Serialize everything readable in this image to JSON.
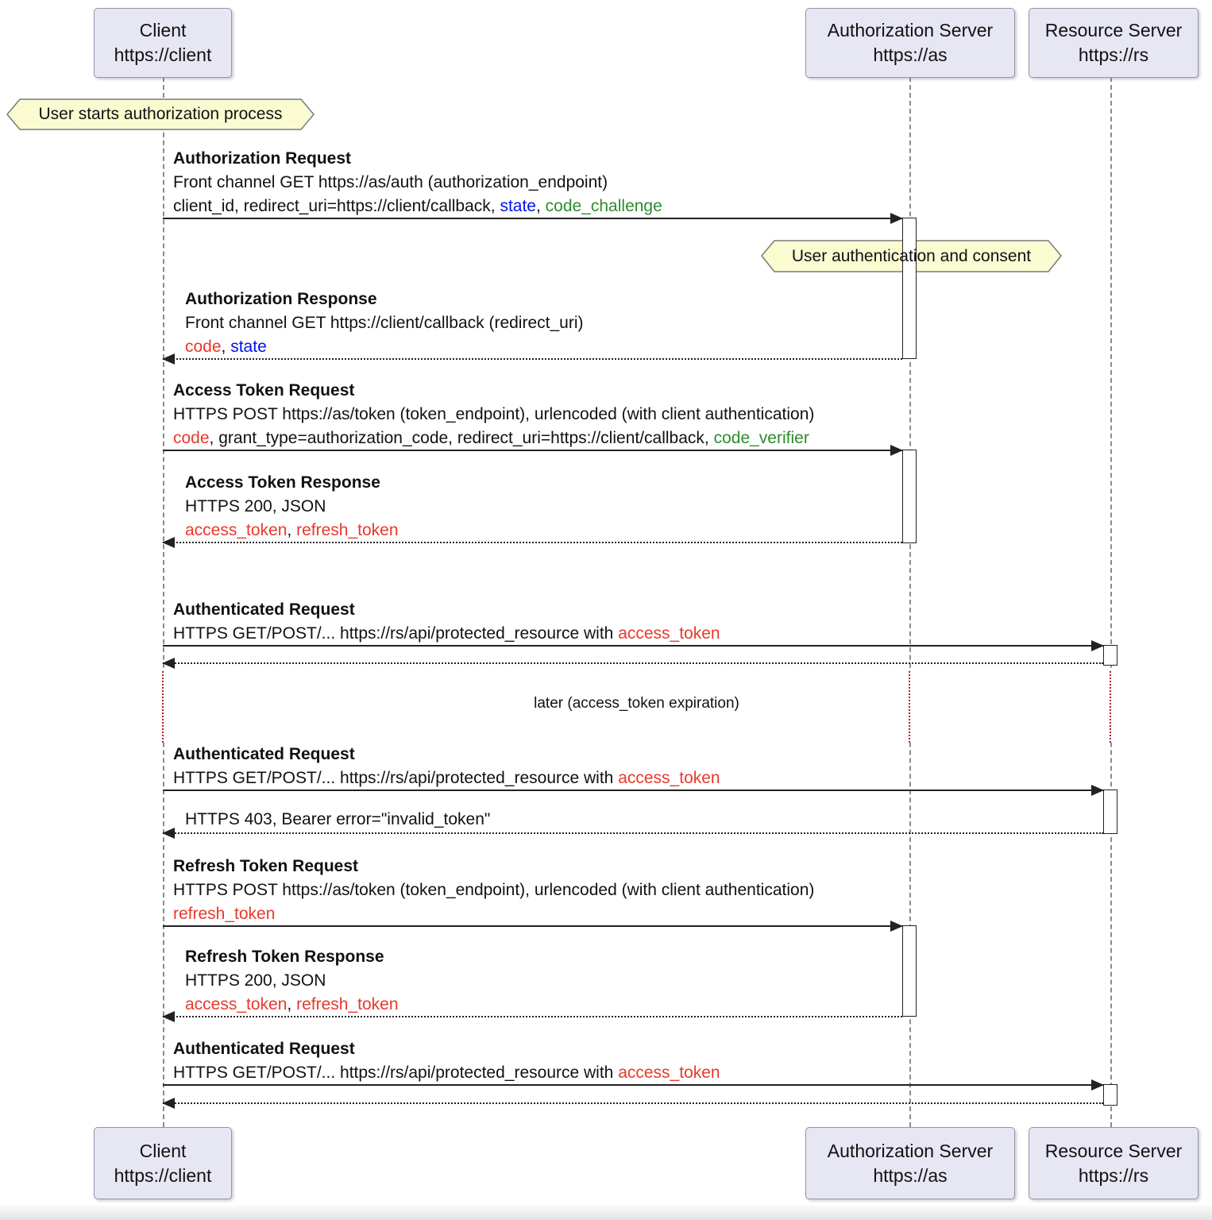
{
  "participants": [
    {
      "name": "Client",
      "url": "https://client"
    },
    {
      "name": "Authorization Server",
      "url": "https://as"
    },
    {
      "name": "Resource Server",
      "url": "https://rs"
    }
  ],
  "notes": [
    {
      "text": "User starts authorization process"
    },
    {
      "text": "User authentication and consent"
    }
  ],
  "divider": {
    "text": "later (access_token expiration)"
  },
  "messages": [
    {
      "title": "Authorization Request",
      "lines": [
        [
          {
            "t": "Front channel GET https://as/auth (authorization_endpoint)",
            "c": "k"
          }
        ],
        [
          {
            "t": "client_id, redirect_uri=https://client/callback, ",
            "c": "k"
          },
          {
            "t": "state",
            "c": "b"
          },
          {
            "t": ", ",
            "c": "k"
          },
          {
            "t": "code_challenge",
            "c": "g"
          }
        ]
      ]
    },
    {
      "title": "Authorization Response",
      "lines": [
        [
          {
            "t": "Front channel GET https://client/callback (redirect_uri)",
            "c": "k"
          }
        ],
        [
          {
            "t": "code",
            "c": "r"
          },
          {
            "t": ", ",
            "c": "k"
          },
          {
            "t": "state",
            "c": "b"
          }
        ]
      ]
    },
    {
      "title": "Access Token Request",
      "lines": [
        [
          {
            "t": "HTTPS POST https://as/token (token_endpoint), urlencoded (with client authentication)",
            "c": "k"
          }
        ],
        [
          {
            "t": "code",
            "c": "r"
          },
          {
            "t": ", grant_type=authorization_code, redirect_uri=https://client/callback, ",
            "c": "k"
          },
          {
            "t": "code_verifier",
            "c": "g"
          }
        ]
      ]
    },
    {
      "title": "Access Token Response",
      "lines": [
        [
          {
            "t": "HTTPS 200, JSON",
            "c": "k"
          }
        ],
        [
          {
            "t": "access_token",
            "c": "r"
          },
          {
            "t": ", ",
            "c": "k"
          },
          {
            "t": "refresh_token",
            "c": "r"
          }
        ]
      ]
    },
    {
      "title": "Authenticated Request",
      "lines": [
        [
          {
            "t": "HTTPS GET/POST/... https://rs/api/protected_resource with ",
            "c": "k"
          },
          {
            "t": "access_token",
            "c": "r"
          }
        ]
      ]
    },
    {
      "title": "Authenticated Request",
      "lines": [
        [
          {
            "t": "HTTPS GET/POST/... https://rs/api/protected_resource with ",
            "c": "k"
          },
          {
            "t": "access_token",
            "c": "r"
          }
        ]
      ]
    },
    {
      "title": "",
      "lines": [
        [
          {
            "t": "HTTPS 403, Bearer error=\"invalid_token\"",
            "c": "k"
          }
        ]
      ]
    },
    {
      "title": "Refresh Token Request",
      "lines": [
        [
          {
            "t": "HTTPS POST https://as/token (token_endpoint), urlencoded (with client authentication)",
            "c": "k"
          }
        ],
        [
          {
            "t": "refresh_token",
            "c": "r"
          }
        ]
      ]
    },
    {
      "title": "Refresh Token Response",
      "lines": [
        [
          {
            "t": "HTTPS 200, JSON",
            "c": "k"
          }
        ],
        [
          {
            "t": "access_token",
            "c": "r"
          },
          {
            "t": ", ",
            "c": "k"
          },
          {
            "t": "refresh_token",
            "c": "r"
          }
        ]
      ]
    },
    {
      "title": "Authenticated Request",
      "lines": [
        [
          {
            "t": "HTTPS GET/POST/... https://rs/api/protected_resource with ",
            "c": "k"
          },
          {
            "t": "access_token",
            "c": "r"
          }
        ]
      ]
    }
  ],
  "colors": {
    "red": "#e8392a",
    "blue": "#0010ee",
    "green": "#2e8b2e",
    "note_fill": "#fbfbd2",
    "note_border": "#7a7a7a",
    "box_fill": "#e7e7f3",
    "box_border": "#9494ad",
    "line": "#222222",
    "lifeline": "#8c8c8c",
    "delay": "#b02020"
  }
}
